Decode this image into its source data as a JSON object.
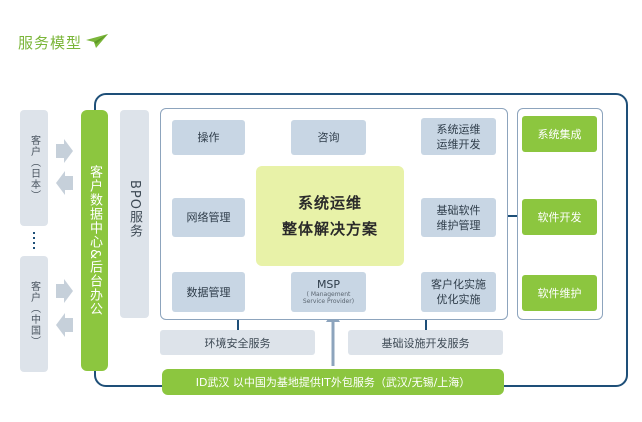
{
  "header": {
    "title": "服务模型"
  },
  "customers": [
    {
      "label": "客户（日本）"
    },
    {
      "label": "客户（中国）"
    }
  ],
  "data_center": {
    "label": "客户数据中心&后台办公"
  },
  "bpo": {
    "label": "BPO服务"
  },
  "center": {
    "line1": "系统运维",
    "line2": "整体解决方案"
  },
  "nodes": {
    "ops": "操作",
    "consult": "咨询",
    "sysops_line1": "系统运维",
    "sysops_line2": "运维开发",
    "network": "网络管理",
    "basesw_line1": "基础软件",
    "basesw_line2": "维护管理",
    "data": "数据管理",
    "msp_title": "MSP",
    "msp_sub1": "( Management",
    "msp_sub2": "Service Provider)",
    "custom_line1": "客户化实施",
    "custom_line2": "优化实施"
  },
  "right_services": [
    "系统集成",
    "软件开发",
    "软件维护"
  ],
  "bottom_services": {
    "security": "环境安全服务",
    "infra": "基础设施开发服务"
  },
  "bottom_bar": {
    "label": "ID武汉 以中国为基地提供IT外包服务（武汉/无锡/上海）"
  },
  "colors": {
    "green": "#8cc63f",
    "navy": "#1e4f78",
    "node": "#c8d6e4",
    "center": "#e8f2a8",
    "grey": "#dde3ea"
  }
}
